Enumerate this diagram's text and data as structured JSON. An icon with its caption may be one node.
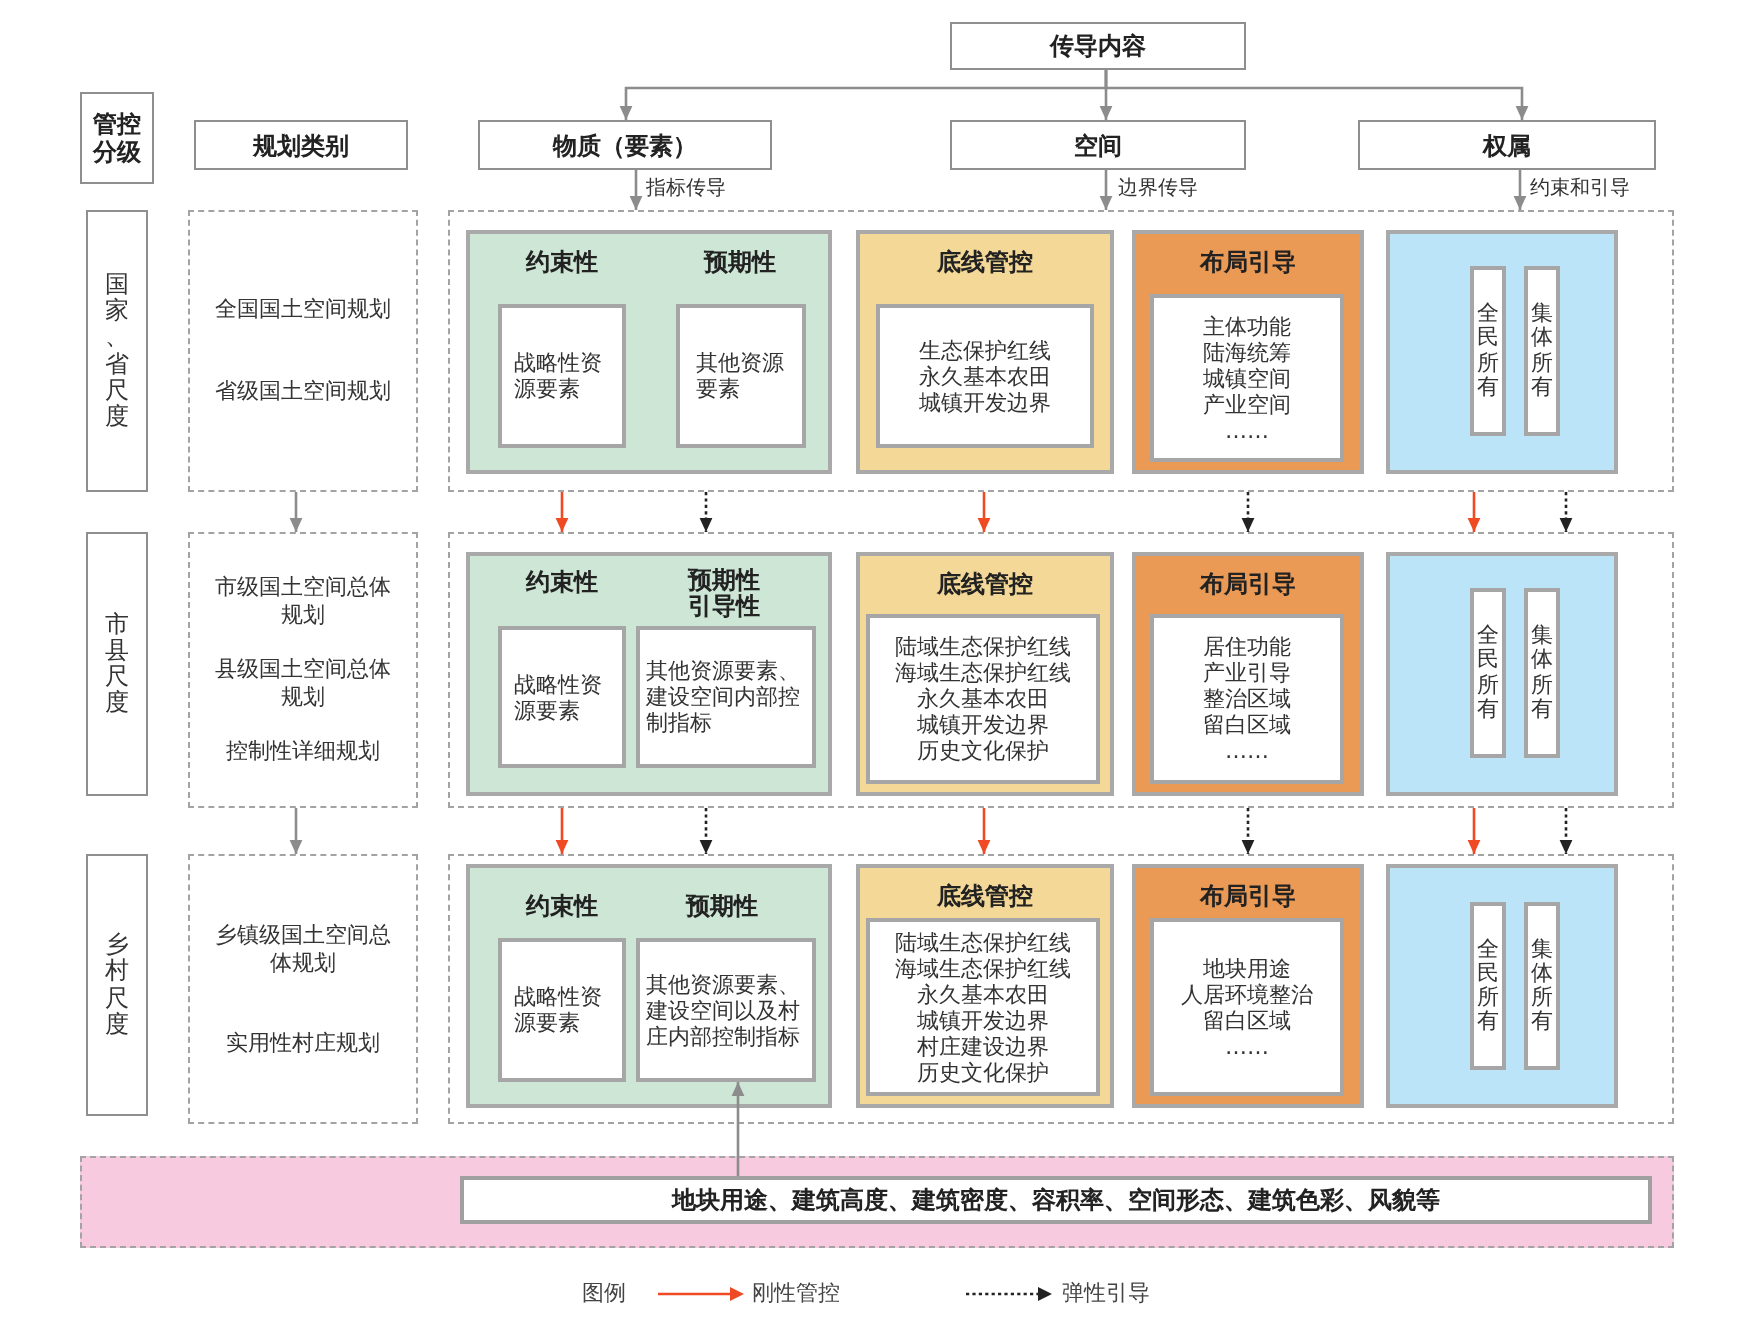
{
  "diagram": {
    "nodes": [
      {
        "text": [
          "传导内容"
        ]
      },
      {
        "text": [
          "管控分级"
        ]
      },
      {
        "text": [
          "规划类别"
        ]
      },
      {
        "text": [
          "物质（要素）"
        ]
      },
      {
        "text": [
          "空间"
        ]
      },
      {
        "text": [
          "权属"
        ]
      },
      {
        "text": [
          "国家、省尺度"
        ]
      },
      {
        "text": [
          "全国国土空间规划",
          "省级国土空间规划"
        ]
      },
      {
        "text": [],
        "shape": "box"
      },
      {
        "text": [
          "约束性",
          "预期性"
        ],
        "in": 8
      },
      {
        "text": [
          "战略性资源要素"
        ],
        "in": 9
      },
      {
        "text": [
          "其他资源要素"
        ],
        "in": 9
      },
      {
        "text": [
          "底线管控"
        ],
        "in": 8
      },
      {
        "text": [
          "生态保护红线",
          "永久基本农田",
          "城镇开发边界"
        ],
        "in": 12
      },
      {
        "text": [
          "布局引导"
        ],
        "in": 8
      },
      {
        "text": [
          "主体功能",
          "陆海统筹",
          "城镇空间",
          "产业空间",
          "……"
        ],
        "in": 14
      },
      {
        "text": [],
        "shape": "box",
        "in": 8
      },
      {
        "text": [
          "全民所有"
        ],
        "in": 16
      },
      {
        "text": [
          "集体所有"
        ],
        "in": 16
      },
      {
        "text": [
          "市县尺度"
        ]
      },
      {
        "text": [
          "市级国土空间总体规划",
          "县级国土空间总体规划",
          "控制性详细规划"
        ]
      },
      {
        "text": [],
        "shape": "box"
      },
      {
        "text": [
          "约束性",
          "预期性引导性"
        ],
        "in": 21
      },
      {
        "text": [
          "战略性资源要素"
        ],
        "in": 22
      },
      {
        "text": [
          "其他资源要素、建设空间内部控制指标"
        ],
        "in": 22
      },
      {
        "text": [
          "底线管控"
        ],
        "in": 21
      },
      {
        "text": [
          "陆域生态保护红线",
          "海域生态保护红线",
          "永久基本农田",
          "城镇开发边界",
          "历史文化保护"
        ],
        "in": 25
      },
      {
        "text": [
          "布局引导"
        ],
        "in": 21
      },
      {
        "text": [
          "居住功能",
          "产业引导",
          "整治区域",
          "留白区域",
          "……"
        ],
        "in": 27
      },
      {
        "text": [],
        "shape": "box",
        "in": 21
      },
      {
        "text": [
          "全民所有"
        ],
        "in": 29
      },
      {
        "text": [
          "集体所有"
        ],
        "in": 29
      },
      {
        "text": [
          "乡村尺度"
        ]
      },
      {
        "text": [
          "乡镇级国土空间总体规划",
          "实用性村庄规划"
        ]
      },
      {
        "text": [],
        "shape": "box"
      },
      {
        "text": [
          "约束性",
          "预期性"
        ],
        "in": 34
      },
      {
        "text": [
          "战略性资源要素"
        ],
        "in": 35
      },
      {
        "text": [
          "其他资源要素、建设空间以及村庄内部控制指标"
        ],
        "in": 35
      },
      {
        "text": [
          "底线管控"
        ],
        "in": 34
      },
      {
        "text": [
          "陆域生态保护红线",
          "海域生态保护红线",
          "永久基本农田",
          "城镇开发边界",
          "村庄建设边界",
          "历史文化保护"
        ],
        "in": 38
      },
      {
        "text": [
          "布局引导"
        ],
        "in": 34
      },
      {
        "text": [
          "地块用途",
          "人居环境整治",
          "留白区域",
          "……"
        ],
        "in": 40
      },
      {
        "text": [],
        "shape": "box",
        "in": 34
      },
      {
        "text": [
          "全民所有"
        ],
        "in": 42
      },
      {
        "text": [
          "集体所有"
        ],
        "in": 42
      },
      {
        "text": [],
        "shape": "box"
      },
      {
        "text": [
          "地块用途、建筑高度、建筑密度、容积率、空间形态、建筑色彩、风貌等"
        ],
        "in": 45
      }
    ],
    "edges": [
      {
        "from": 0,
        "to": 3,
        "arrow": "to"
      },
      {
        "from": 0,
        "to": 4,
        "arrow": "to"
      },
      {
        "from": 0,
        "to": 5,
        "arrow": "to"
      },
      {
        "from": 3,
        "to": 8,
        "arrow": "to",
        "label": "指标传导"
      },
      {
        "from": 4,
        "to": 8,
        "arrow": "to",
        "label": "边界传导"
      },
      {
        "from": 5,
        "to": 8,
        "arrow": "to",
        "label": "约束和引导"
      },
      {
        "from": 7,
        "to": 20,
        "arrow": "to"
      },
      {
        "from": 8,
        "to": 21,
        "arrow": "to",
        "color": "#ef4a24"
      },
      {
        "from": 8,
        "to": 21,
        "arrow": "to",
        "style": "dashed",
        "color": "#222222"
      },
      {
        "from": 8,
        "to": 21,
        "arrow": "to",
        "color": "#ef4a24"
      },
      {
        "from": 8,
        "to": 21,
        "arrow": "to",
        "style": "dashed",
        "color": "#222222"
      },
      {
        "from": 8,
        "to": 21,
        "arrow": "to",
        "color": "#ef4a24"
      },
      {
        "from": 8,
        "to": 21,
        "arrow": "to",
        "style": "dashed",
        "color": "#222222"
      },
      {
        "from": 20,
        "to": 33,
        "arrow": "to"
      },
      {
        "from": 21,
        "to": 34,
        "arrow": "to",
        "color": "#ef4a24"
      },
      {
        "from": 21,
        "to": 34,
        "arrow": "to",
        "style": "dashed",
        "color": "#222222"
      },
      {
        "from": 21,
        "to": 34,
        "arrow": "to",
        "color": "#ef4a24"
      },
      {
        "from": 21,
        "to": 34,
        "arrow": "to",
        "style": "dashed",
        "color": "#222222"
      },
      {
        "from": 21,
        "to": 34,
        "arrow": "to",
        "color": "#ef4a24"
      },
      {
        "from": 21,
        "to": 34,
        "arrow": "to",
        "style": "dashed",
        "color": "#222222"
      },
      {
        "from": 46,
        "to": 37,
        "arrow": "to"
      }
    ],
    "labels": [
      "图例"
    ],
    "legend": [
      {
        "text": "刚性管控"
      },
      {
        "text": "弹性引导"
      }
    ]
  }
}
